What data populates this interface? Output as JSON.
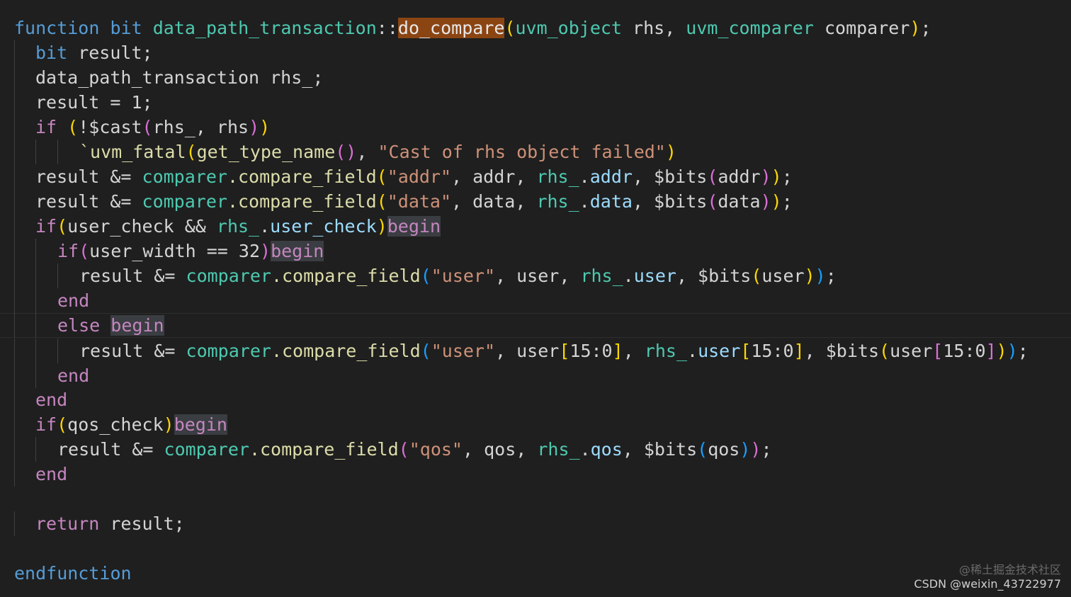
{
  "editor": {
    "lines": [
      {
        "tokens": [
          [
            "function",
            "tk-kw"
          ],
          [
            " ",
            "tk-plain"
          ],
          [
            "bit",
            "tk-kw"
          ],
          [
            " ",
            "tk-plain"
          ],
          [
            "data_path_transaction",
            "tk-type"
          ],
          [
            "::",
            "tk-plain"
          ],
          [
            "do_compare",
            "tk-fn hl-find"
          ],
          [
            "(",
            "tk-p1"
          ],
          [
            "uvm_object",
            "tk-type"
          ],
          [
            " rhs, ",
            "tk-plain"
          ],
          [
            "uvm_comparer",
            "tk-type"
          ],
          [
            " comparer",
            "tk-plain"
          ],
          [
            ")",
            "tk-p1"
          ],
          [
            ";",
            "tk-plain"
          ]
        ]
      },
      {
        "tokens": [
          [
            "bit",
            "tk-kw"
          ],
          [
            " result;",
            "tk-plain"
          ]
        ]
      },
      {
        "tokens": [
          [
            "data_path_transaction rhs_;",
            "tk-plain"
          ]
        ]
      },
      {
        "tokens": [
          [
            "result = 1;",
            "tk-plain"
          ]
        ]
      },
      {
        "tokens": [
          [
            "if",
            "tk-ctl"
          ],
          [
            " ",
            "tk-plain"
          ],
          [
            "(",
            "tk-p1"
          ],
          [
            "!$cast",
            "tk-plain"
          ],
          [
            "(",
            "tk-p2"
          ],
          [
            "rhs_, rhs",
            "tk-plain"
          ],
          [
            ")",
            "tk-p2"
          ],
          [
            ")",
            "tk-p1"
          ]
        ]
      },
      {
        "tokens": [
          [
            "`uvm_fatal",
            "tk-fn"
          ],
          [
            "(",
            "tk-p1"
          ],
          [
            "get_type_name",
            "tk-fn"
          ],
          [
            "()",
            "tk-p2"
          ],
          [
            ", ",
            "tk-plain"
          ],
          [
            "\"Cast of rhs object failed\"",
            "tk-str"
          ],
          [
            ")",
            "tk-p1"
          ]
        ]
      },
      {
        "tokens": [
          [
            "result &= ",
            "tk-plain"
          ],
          [
            "comparer",
            "tk-type"
          ],
          [
            ".compare_field",
            "tk-fn"
          ],
          [
            "(",
            "tk-p1"
          ],
          [
            "\"addr\"",
            "tk-str"
          ],
          [
            ", addr, ",
            "tk-plain"
          ],
          [
            "rhs_",
            "tk-type"
          ],
          [
            ".",
            "tk-plain"
          ],
          [
            "addr",
            "tk-var"
          ],
          [
            ", $bits",
            "tk-plain"
          ],
          [
            "(",
            "tk-p2"
          ],
          [
            "addr",
            "tk-plain"
          ],
          [
            ")",
            "tk-p2"
          ],
          [
            ")",
            "tk-p1"
          ],
          [
            ";",
            "tk-plain"
          ]
        ]
      },
      {
        "tokens": [
          [
            "result &= ",
            "tk-plain"
          ],
          [
            "comparer",
            "tk-type"
          ],
          [
            ".compare_field",
            "tk-fn"
          ],
          [
            "(",
            "tk-p1"
          ],
          [
            "\"data\"",
            "tk-str"
          ],
          [
            ", data, ",
            "tk-plain"
          ],
          [
            "rhs_",
            "tk-type"
          ],
          [
            ".",
            "tk-plain"
          ],
          [
            "data",
            "tk-var"
          ],
          [
            ", $bits",
            "tk-plain"
          ],
          [
            "(",
            "tk-p2"
          ],
          [
            "data",
            "tk-plain"
          ],
          [
            ")",
            "tk-p2"
          ],
          [
            ")",
            "tk-p1"
          ],
          [
            ";",
            "tk-plain"
          ]
        ]
      },
      {
        "tokens": [
          [
            "if",
            "tk-ctl"
          ],
          [
            "(",
            "tk-p1"
          ],
          [
            "user_check && ",
            "tk-plain"
          ],
          [
            "rhs_",
            "tk-type"
          ],
          [
            ".",
            "tk-plain"
          ],
          [
            "user_check",
            "tk-var"
          ],
          [
            ")",
            "tk-p1"
          ],
          [
            "begin",
            "tk-ctl hl-word"
          ]
        ]
      },
      {
        "tokens": [
          [
            "if",
            "tk-ctl"
          ],
          [
            "(",
            "tk-p2"
          ],
          [
            "user_width == 32",
            "tk-plain"
          ],
          [
            ")",
            "tk-p2"
          ],
          [
            "begin",
            "tk-ctl hl-word"
          ]
        ]
      },
      {
        "tokens": [
          [
            "result &= ",
            "tk-plain"
          ],
          [
            "comparer",
            "tk-type"
          ],
          [
            ".compare_field",
            "tk-fn"
          ],
          [
            "(",
            "tk-p3"
          ],
          [
            "\"user\"",
            "tk-str"
          ],
          [
            ", user, ",
            "tk-plain"
          ],
          [
            "rhs_",
            "tk-type"
          ],
          [
            ".",
            "tk-plain"
          ],
          [
            "user",
            "tk-var"
          ],
          [
            ", $bits",
            "tk-plain"
          ],
          [
            "(",
            "tk-p1"
          ],
          [
            "user",
            "tk-plain"
          ],
          [
            ")",
            "tk-p1"
          ],
          [
            ")",
            "tk-p3"
          ],
          [
            ";",
            "tk-plain"
          ]
        ]
      },
      {
        "tokens": [
          [
            "end",
            "tk-ctl"
          ]
        ]
      },
      {
        "tokens": [
          [
            "else",
            "tk-ctl"
          ],
          [
            " ",
            "tk-plain"
          ],
          [
            "begin",
            "tk-ctl hl-word"
          ]
        ]
      },
      {
        "tokens": [
          [
            "result &= ",
            "tk-plain"
          ],
          [
            "comparer",
            "tk-type"
          ],
          [
            ".compare_field",
            "tk-fn"
          ],
          [
            "(",
            "tk-p3"
          ],
          [
            "\"user\"",
            "tk-str"
          ],
          [
            ", user",
            "tk-plain"
          ],
          [
            "[",
            "tk-p1"
          ],
          [
            "15:0",
            "tk-plain"
          ],
          [
            "]",
            "tk-p1"
          ],
          [
            ", ",
            "tk-plain"
          ],
          [
            "rhs_",
            "tk-type"
          ],
          [
            ".",
            "tk-plain"
          ],
          [
            "user",
            "tk-var"
          ],
          [
            "[",
            "tk-p1"
          ],
          [
            "15:0",
            "tk-plain"
          ],
          [
            "]",
            "tk-p1"
          ],
          [
            ", $bits",
            "tk-plain"
          ],
          [
            "(",
            "tk-p1"
          ],
          [
            "user",
            "tk-plain"
          ],
          [
            "[",
            "tk-p2"
          ],
          [
            "15:0",
            "tk-plain"
          ],
          [
            "]",
            "tk-p2"
          ],
          [
            ")",
            "tk-p1"
          ],
          [
            ")",
            "tk-p3"
          ],
          [
            ";",
            "tk-plain"
          ]
        ]
      },
      {
        "tokens": [
          [
            "end",
            "tk-ctl"
          ]
        ]
      },
      {
        "tokens": [
          [
            "end",
            "tk-ctl"
          ]
        ]
      },
      {
        "tokens": [
          [
            "if",
            "tk-ctl"
          ],
          [
            "(",
            "tk-p1"
          ],
          [
            "qos_check",
            "tk-plain"
          ],
          [
            ")",
            "tk-p1"
          ],
          [
            "begin",
            "tk-ctl hl-word"
          ]
        ]
      },
      {
        "tokens": [
          [
            "result &= ",
            "tk-plain"
          ],
          [
            "comparer",
            "tk-type"
          ],
          [
            ".compare_field",
            "tk-fn"
          ],
          [
            "(",
            "tk-p2"
          ],
          [
            "\"qos\"",
            "tk-str"
          ],
          [
            ", qos, ",
            "tk-plain"
          ],
          [
            "rhs_",
            "tk-type"
          ],
          [
            ".",
            "tk-plain"
          ],
          [
            "qos",
            "tk-var"
          ],
          [
            ", $bits",
            "tk-plain"
          ],
          [
            "(",
            "tk-p3"
          ],
          [
            "qos",
            "tk-plain"
          ],
          [
            ")",
            "tk-p3"
          ],
          [
            ")",
            "tk-p2"
          ],
          [
            ";",
            "tk-plain"
          ]
        ]
      },
      {
        "tokens": [
          [
            "end",
            "tk-ctl"
          ]
        ]
      },
      {
        "tokens": []
      },
      {
        "tokens": [
          [
            "return",
            "tk-ctl"
          ],
          [
            " result;",
            "tk-plain"
          ]
        ]
      },
      {
        "tokens": []
      },
      {
        "tokens": [
          [
            "endfunction",
            "tk-kw"
          ]
        ]
      }
    ]
  },
  "watermark": {
    "line1": "@稀土掘金技术社区",
    "line2": "CSDN @weixin_43722977"
  }
}
